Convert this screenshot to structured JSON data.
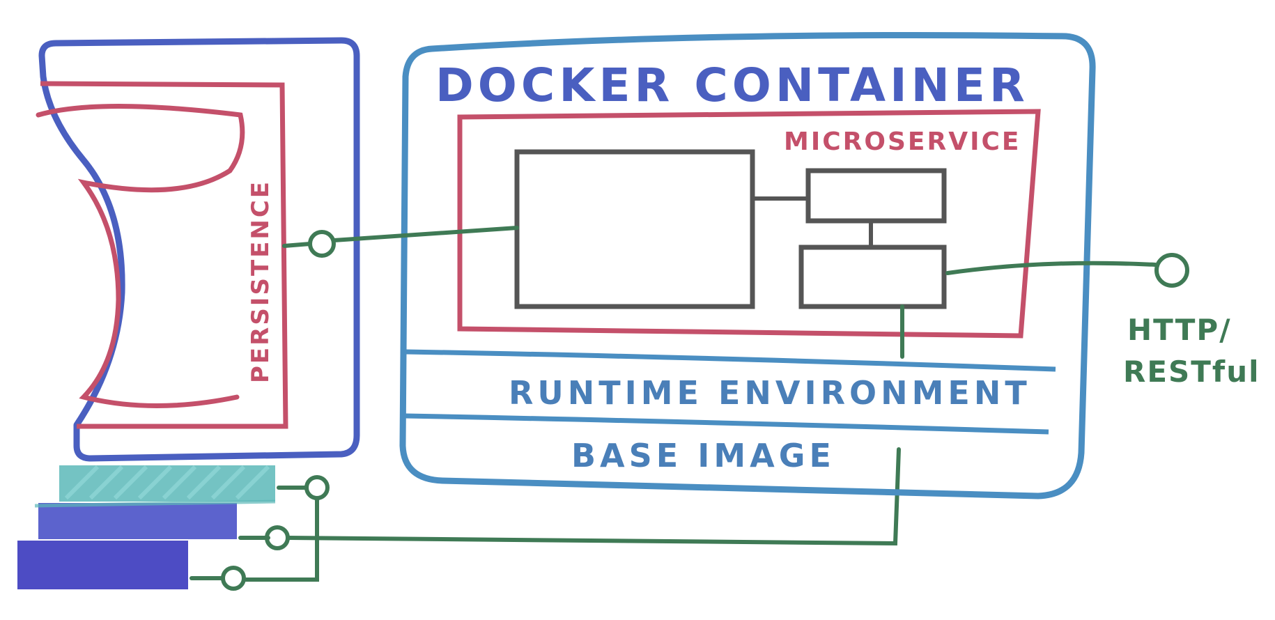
{
  "colors": {
    "blue": "#4a5fc0",
    "teal": "#4aa3a8",
    "red": "#c4506a",
    "green": "#3f7a55",
    "gray": "#555555",
    "navy": "#4540c0"
  },
  "labels": {
    "container": "DOCKER CONTAINER",
    "microservice": "MICROSERVICE",
    "runtime": "RUNTIME ENVIRONMENT",
    "base_image": "BASE IMAGE",
    "persistence": "PERSISTENCE",
    "http_line1": "HTTP/",
    "http_line2": "RESTful"
  }
}
